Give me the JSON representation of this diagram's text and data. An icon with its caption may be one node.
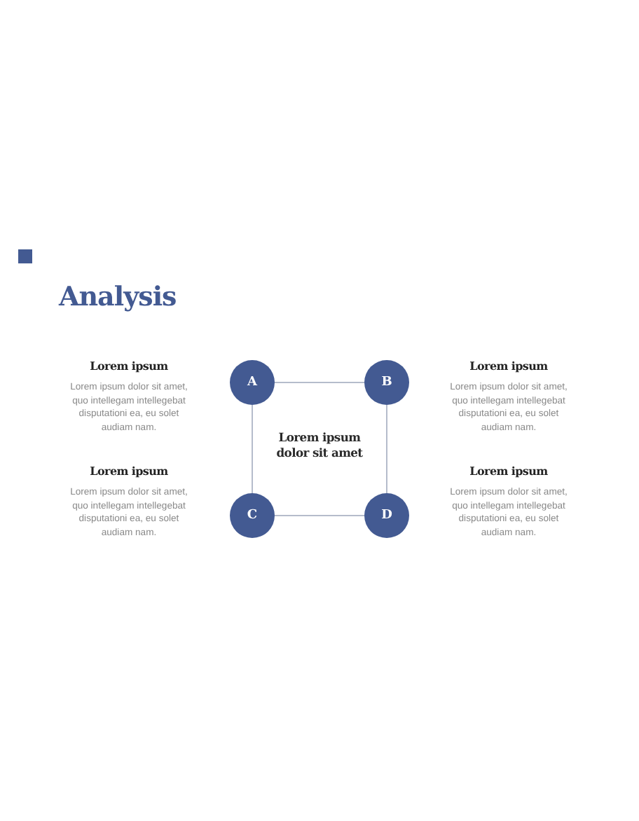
{
  "diagram": {
    "title": "Analysis",
    "nodes": [
      {
        "text": [
          "A"
        ],
        "beside": [
          "Lorem ipsum",
          "Lorem ipsum dolor sit amet, quo intellegam intellegebat disputationi ea, eu solet audiam nam."
        ]
      },
      {
        "text": [
          "B"
        ],
        "beside": [
          "Lorem ipsum",
          "Lorem ipsum dolor sit amet, quo intellegam intellegebat disputationi ea, eu solet audiam nam."
        ]
      },
      {
        "text": [
          "C"
        ],
        "beside": [
          "Lorem ipsum",
          "Lorem ipsum dolor sit amet, quo intellegam intellegebat disputationi ea, eu solet audiam nam."
        ]
      },
      {
        "text": [
          "D"
        ],
        "beside": [
          "Lorem ipsum",
          "Lorem ipsum dolor sit amet, quo intellegam intellegebat disputationi ea, eu solet audiam nam."
        ]
      }
    ],
    "edges": [
      {
        "from": 0,
        "to": 1,
        "arrow": "none"
      },
      {
        "from": 0,
        "to": 2,
        "arrow": "none"
      },
      {
        "from": 1,
        "to": 3,
        "arrow": "none"
      },
      {
        "from": 2,
        "to": 3,
        "arrow": "none"
      }
    ],
    "labels": [
      "Lorem ipsum dolor sit amet"
    ]
  }
}
